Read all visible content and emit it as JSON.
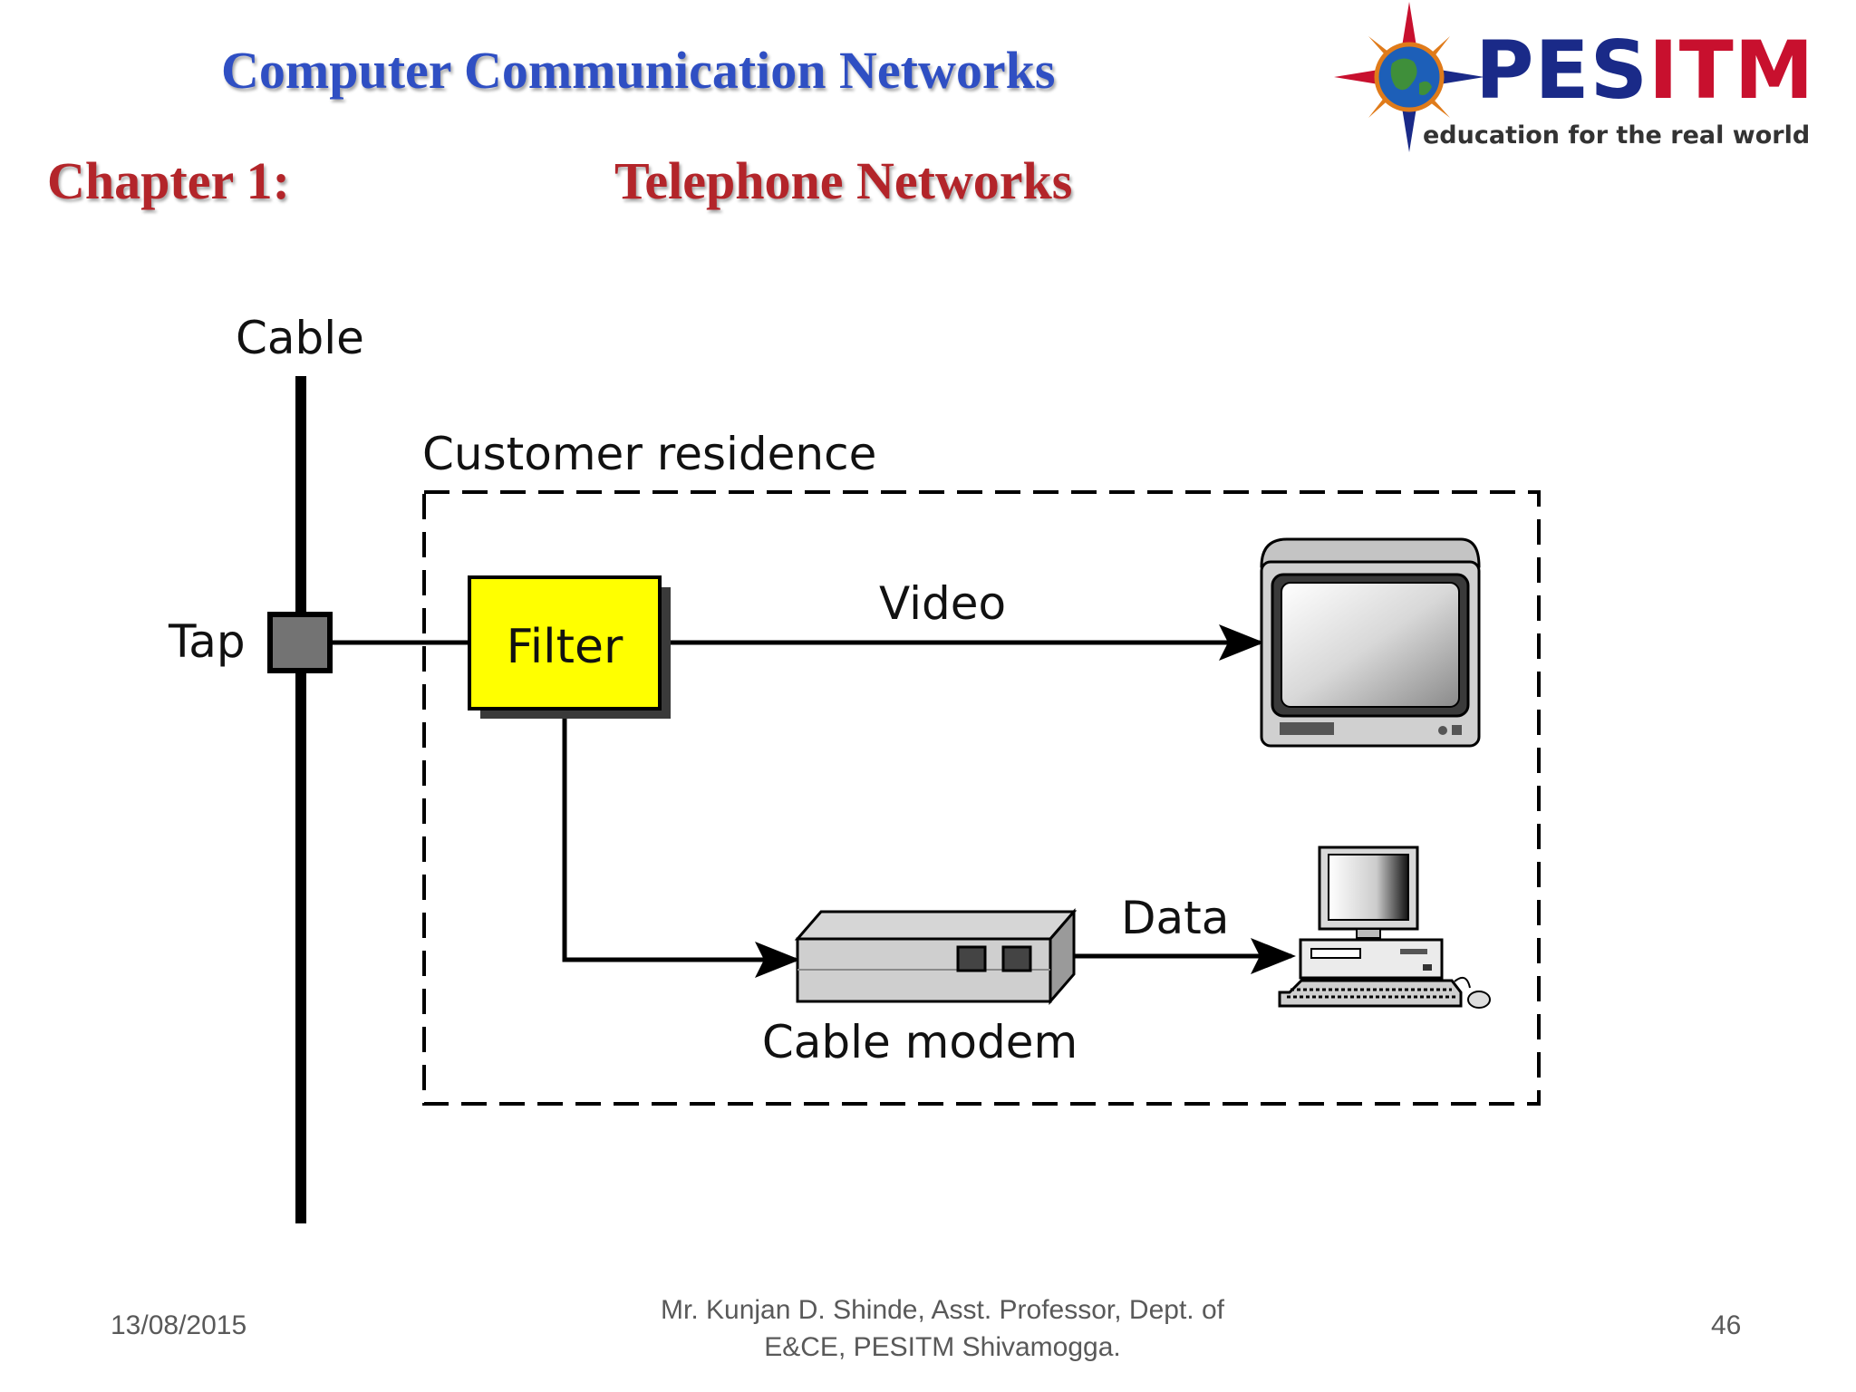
{
  "header": {
    "course_title": "Computer Communication Networks",
    "chapter_label": "Chapter 1:",
    "topic_title": "Telephone Networks"
  },
  "logo": {
    "name_part1": "PES",
    "name_part2": "ITM",
    "tagline": "education for the real world"
  },
  "diagram": {
    "cable_label": "Cable",
    "tap_label": "Tap",
    "residence_label": "Customer residence",
    "filter_label": "Filter",
    "video_label": "Video",
    "data_label": "Data",
    "modem_label": "Cable modem"
  },
  "footer": {
    "date": "13/08/2015",
    "author_line1": "Mr. Kunjan D. Shinde, Asst. Professor, Dept. of",
    "author_line2": "E&CE, PESITM Shivamogga.",
    "page_number": "46"
  },
  "colors": {
    "course_title": "#2f4fc3",
    "chapter_title": "#b3252a",
    "filter_fill": "#ffff00",
    "tap_fill": "#737373"
  }
}
